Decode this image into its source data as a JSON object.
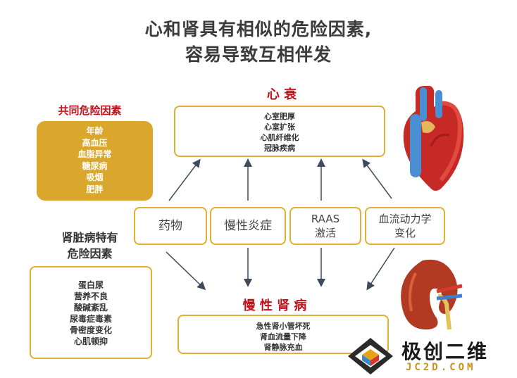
{
  "title_line1": "心和肾具有相似的危险因素,",
  "title_line2": "容易导致互相伴发",
  "heart_failure": {
    "title": "心 衰",
    "items": [
      "心室肥厚",
      "心室扩张",
      "心肌纤维化",
      "冠脉疾病"
    ]
  },
  "shared_risk": {
    "title": "共同危险因素",
    "items": [
      "年龄",
      "高血压",
      "血脂异常",
      "糖尿病",
      "吸烟",
      "肥胖"
    ]
  },
  "ckd_risk": {
    "title_line1": "肾脏病特有",
    "title_line2": "危险因素",
    "items": [
      "蛋白尿",
      "营养不良",
      "酸碱紊乱",
      "尿毒症毒素",
      "骨密度变化",
      "心肌顿抑"
    ]
  },
  "mediators": [
    {
      "line1": "药物",
      "line2": ""
    },
    {
      "line1": "慢性炎症",
      "line2": ""
    },
    {
      "line1": "RAAS",
      "line2": "激活"
    },
    {
      "line1": "血流动力学",
      "line2": "变化"
    }
  ],
  "ckd": {
    "title": "慢 性 肾 病",
    "items": [
      "急性肾小管坏死",
      "肾血流量下降",
      "肾静脉充血"
    ]
  },
  "watermark": {
    "name": "极创二维",
    "url": "JC2D.COM"
  },
  "colors": {
    "accent_red": "#c0101a",
    "gold": "#d9a72b",
    "border_gold": "#e0b032",
    "arrow": "#3d4b5c"
  },
  "icons": [
    "heart-icon",
    "kidney-icon",
    "logo-cube-icon"
  ]
}
